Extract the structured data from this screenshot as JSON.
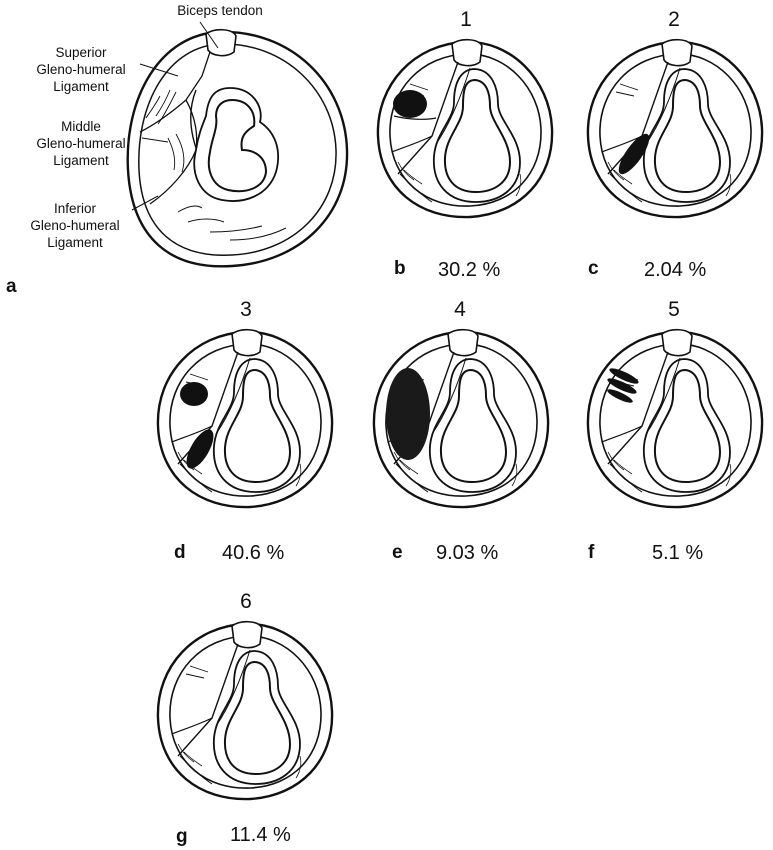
{
  "panel_a": {
    "letter": "a",
    "labels": {
      "biceps": "Biceps tendon",
      "sghl_1": "Superior",
      "sghl_2": "Gleno-humeral",
      "sghl_3": "Ligament",
      "mghl_1": "Middle",
      "mghl_2": "Gleno-humeral",
      "mghl_3": "Ligament",
      "ighl_1": "Inferior",
      "ighl_2": "Gleno-humeral",
      "ighl_3": "Ligament"
    }
  },
  "variants": [
    {
      "number": "1",
      "letter": "b",
      "percent": "30.2 %",
      "fraction": 0.302
    },
    {
      "number": "2",
      "letter": "c",
      "percent": "2.04 %",
      "fraction": 0.0204
    },
    {
      "number": "3",
      "letter": "d",
      "percent": "40.6 %",
      "fraction": 0.406
    },
    {
      "number": "4",
      "letter": "e",
      "percent": "9.03 %",
      "fraction": 0.0903
    },
    {
      "number": "5",
      "letter": "f",
      "percent": "5.1 %",
      "fraction": 0.051
    },
    {
      "number": "6",
      "letter": "g",
      "percent": "11.4 %",
      "fraction": 0.114
    }
  ],
  "colors": {
    "line": "#111111",
    "fill": "#1a1a1a",
    "background": "#ffffff"
  }
}
